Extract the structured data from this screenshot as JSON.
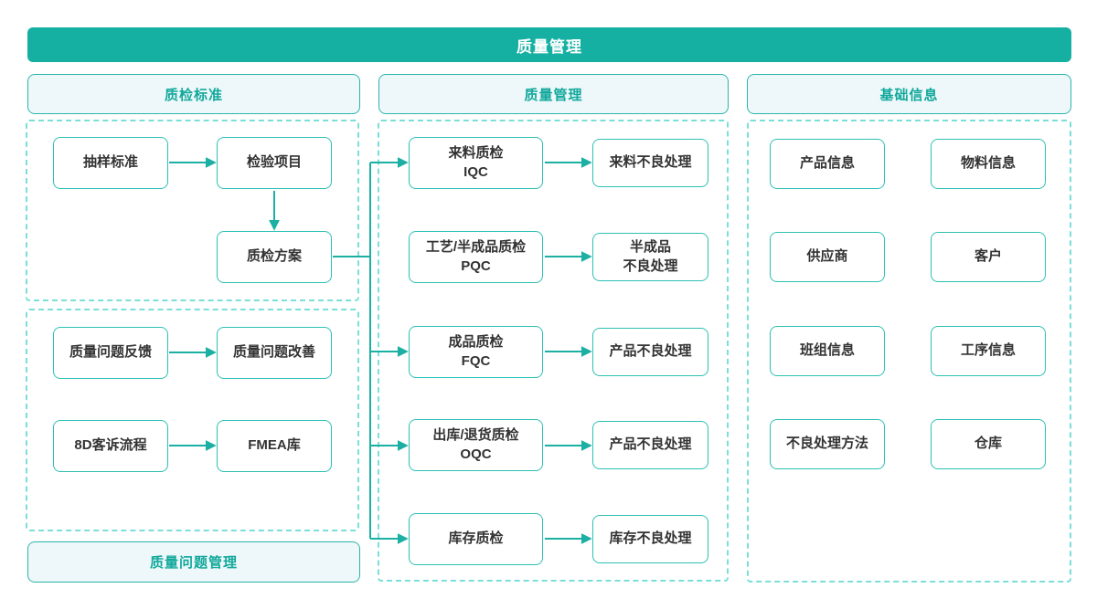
{
  "banner": {
    "title": "质量管理"
  },
  "colors": {
    "accent_teal": "#16b0a3",
    "node_border": "#2ec0b4",
    "dashed_border": "#7adfd8",
    "header_bg": "#eef8fb",
    "header_text": "#12a89b",
    "connector": "#1bb0a3"
  },
  "sections": {
    "left": {
      "header": "质检标准",
      "footer_header": "质量问题管理"
    },
    "middle": {
      "header": "质量管理"
    },
    "right": {
      "header": "基础信息"
    }
  },
  "nodes": {
    "sampling": "抽样标准",
    "inspect_items": "检验项目",
    "qc_plan": "质检方案",
    "issue_feedback": "质量问题反馈",
    "issue_improve": "质量问题改善",
    "complaint_8d": "8D客诉流程",
    "fmea": "FMEA库",
    "iqc": "来料质检\nIQC",
    "iqc_bad": "来料不良处理",
    "pqc": "工艺/半成品质检\nPQC",
    "pqc_bad": "半成品\n不良处理",
    "fqc": "成品质检\nFQC",
    "fqc_bad": "产品不良处理",
    "oqc": "出库/退货质检\nOQC",
    "oqc_bad": "产品不良处理",
    "stock_qc": "库存质检",
    "stock_bad": "库存不良处理",
    "product_info": "产品信息",
    "material_info": "物料信息",
    "supplier": "供应商",
    "customer": "客户",
    "team_info": "班组信息",
    "process_info": "工序信息",
    "defect_method": "不良处理方法",
    "warehouse": "仓库"
  }
}
